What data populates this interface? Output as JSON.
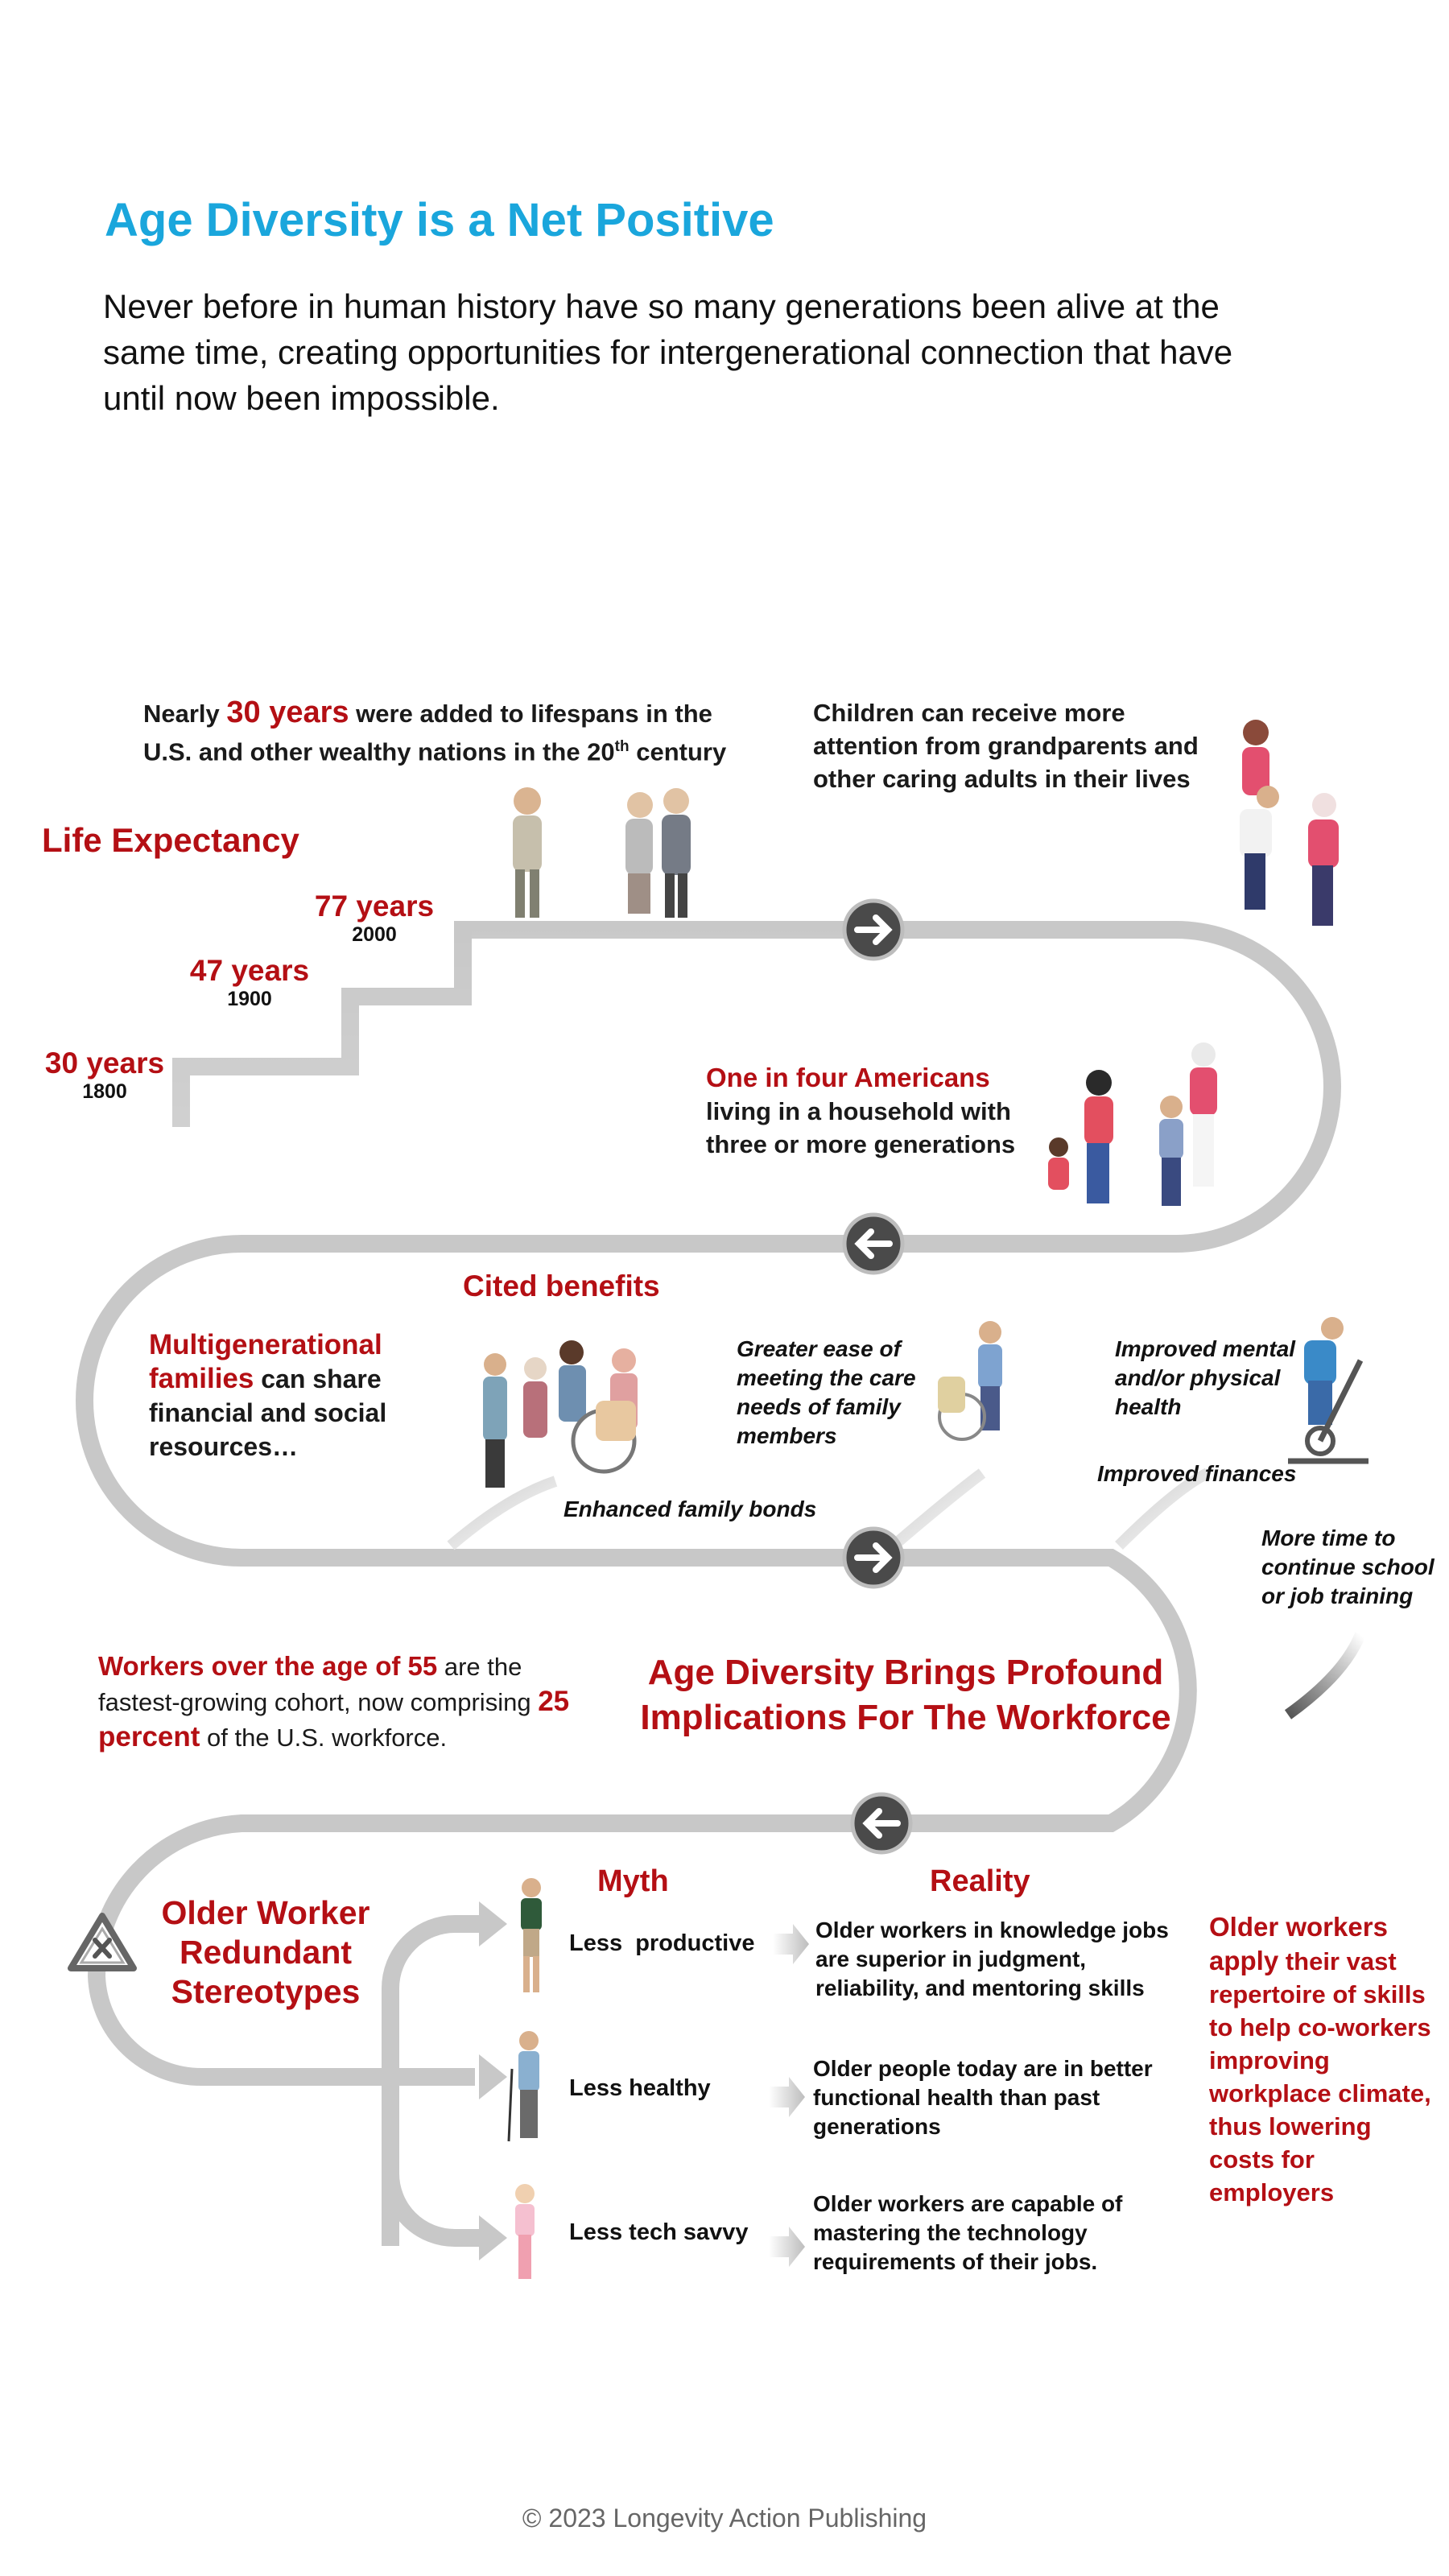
{
  "title": "Age Diversity is a Net Positive",
  "intro": "Never before in human history have so many generations been alive at the same time, creating opportunities for intergenerational connection that have until now been impossible.",
  "lifespan": {
    "prefix": "Nearly ",
    "highlight": "30 years",
    "suffix": " were added to lifespans in the U.S. and other wealthy nations in the 20",
    "sup": "th",
    "end": " century"
  },
  "children_text": "Children can receive more attention from grandparents and other caring adults in their lives",
  "life_expectancy": {
    "heading": "Life Expectancy",
    "steps": [
      {
        "value": "30 years",
        "year": "1800"
      },
      {
        "value": "47 years",
        "year": "1900"
      },
      {
        "value": "77 years",
        "year": "2000"
      }
    ]
  },
  "household": {
    "highlight": "One in four Americans",
    "text": "living in a household with three or more generations"
  },
  "cited_benefits": "Cited benefits",
  "multigen": {
    "highlight": "Multigenerational families",
    "text": " can share financial and social resources…"
  },
  "benefits": {
    "care": "Greater ease of meeting the care needs of family members",
    "health": "Improved mental and/or physical health",
    "finances": "Improved finances",
    "bonds": "Enhanced family bonds",
    "school": "More time to continue school or job training"
  },
  "workers": {
    "highlight1": "Workers over the age of 55",
    "text1": " are the fastest-growing cohort, now comprising ",
    "highlight2": "25 percent",
    "text2": " of the U.S. workforce."
  },
  "workforce_heading": "Age Diversity Brings Profound Implications For The Workforce",
  "stereotypes_heading": "Older Worker Redundant Stereotypes",
  "myth_header": "Myth",
  "reality_header": "Reality",
  "rows": [
    {
      "myth": "Less  productive",
      "reality": "Older workers in knowledge jobs are superior in judgment, reliability, and mentoring skills"
    },
    {
      "myth": "Less healthy",
      "reality": "Older people today are in better functional health than past generations"
    },
    {
      "myth": "Less tech savvy",
      "reality": "Older workers are capable of mastering the technology requirements of their jobs."
    }
  ],
  "apply": {
    "highlight": "Older workers apply",
    "text": " their vast repertoire of skills to help co-workers improving workplace climate, thus lowering costs for employers"
  },
  "footer": "© 2023 Longevity Action Publishing",
  "colors": {
    "title": "#1aa6dc",
    "accent": "#b40f14",
    "path": "#c8c8c8",
    "arrow_circle": "#4a4a4a"
  },
  "icons": [
    "arrow-right-icon",
    "arrow-left-icon",
    "warning-triangle-icon"
  ]
}
